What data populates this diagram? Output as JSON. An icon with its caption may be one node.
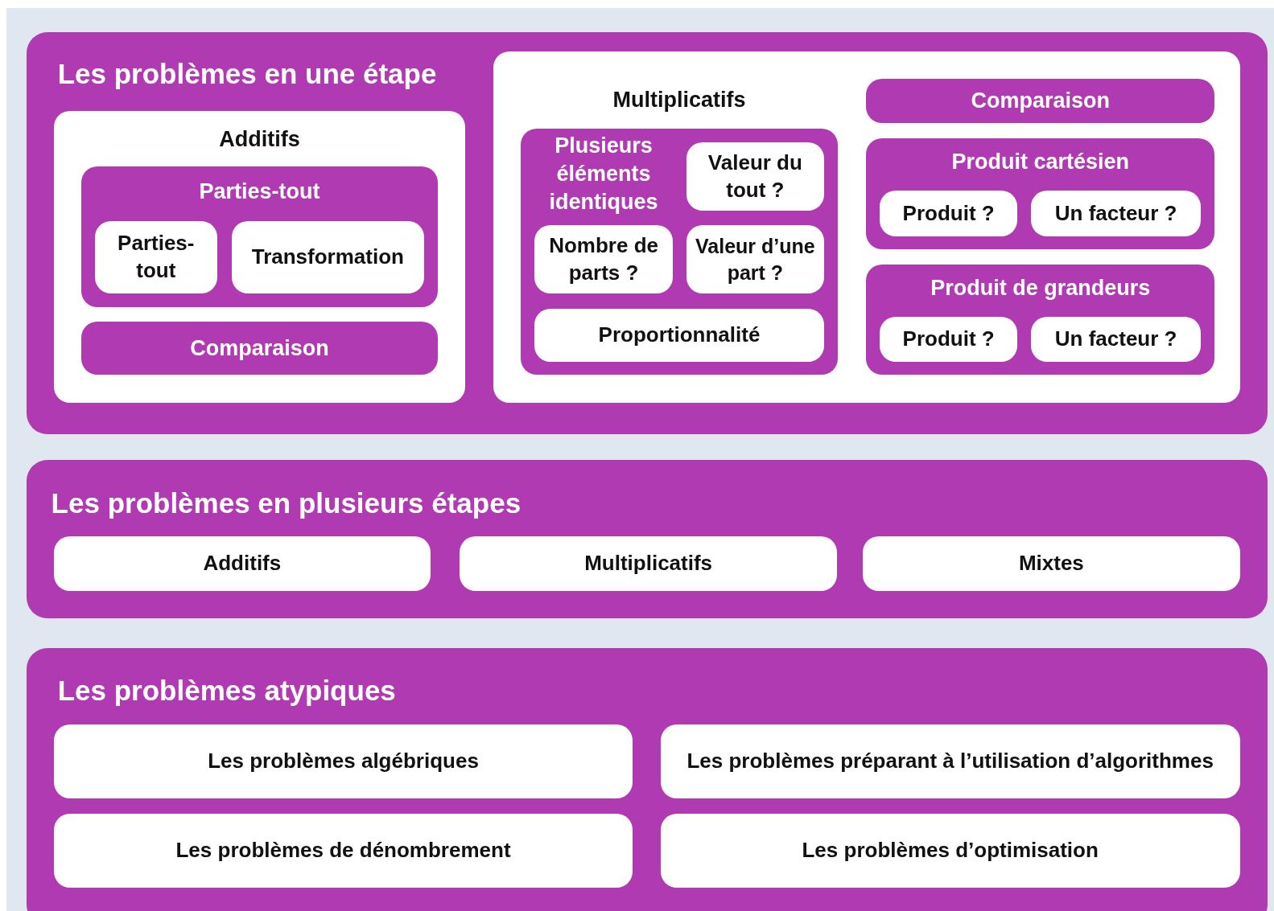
{
  "diagram": {
    "nodes": [
      {
        "text": [
          "Les problèmes en une étape"
        ]
      },
      {
        "text": [
          "Additifs"
        ],
        "in": 0
      },
      {
        "text": [
          "Parties-tout"
        ],
        "in": 1
      },
      {
        "text": [
          "Parties-tout"
        ],
        "in": 2
      },
      {
        "text": [
          "Transformation"
        ],
        "in": 2
      },
      {
        "text": [
          "Comparaison"
        ],
        "in": 1
      },
      {
        "text": [
          "Multiplicatifs"
        ],
        "in": 0
      },
      {
        "text": [
          "Plusieurs éléments identiques"
        ],
        "in": 6
      },
      {
        "text": [
          "Valeur du tout ?"
        ],
        "in": 7
      },
      {
        "text": [
          "Nombre de parts ?"
        ],
        "in": 7
      },
      {
        "text": [
          "Valeur d’une part ?"
        ],
        "in": 7
      },
      {
        "text": [
          "Proportionnalité"
        ],
        "in": 7
      },
      {
        "text": [
          "Comparaison"
        ],
        "in": 6
      },
      {
        "text": [
          "Produit cartésien"
        ],
        "in": 6
      },
      {
        "text": [
          "Produit ?"
        ],
        "in": 13
      },
      {
        "text": [
          "Un facteur ?"
        ],
        "in": 13
      },
      {
        "text": [
          "Produit de grandeurs"
        ],
        "in": 6
      },
      {
        "text": [
          "Produit ?"
        ],
        "in": 16
      },
      {
        "text": [
          "Un facteur ?"
        ],
        "in": 16
      },
      {
        "text": [
          "Les problèmes en plusieurs étapes"
        ]
      },
      {
        "text": [
          "Additifs"
        ],
        "in": 19
      },
      {
        "text": [
          "Multiplicatifs"
        ],
        "in": 19
      },
      {
        "text": [
          "Mixtes"
        ],
        "in": 19
      },
      {
        "text": [
          "Les problèmes atypiques"
        ]
      },
      {
        "text": [
          "Les problèmes algébriques"
        ],
        "in": 23
      },
      {
        "text": [
          "Les problèmes préparant à l’utilisation d’algorithmes"
        ],
        "in": 23
      },
      {
        "text": [
          "Les problèmes de dénombrement"
        ],
        "in": 23
      },
      {
        "text": [
          "Les problèmes d’optimisation"
        ],
        "in": 23
      }
    ]
  }
}
